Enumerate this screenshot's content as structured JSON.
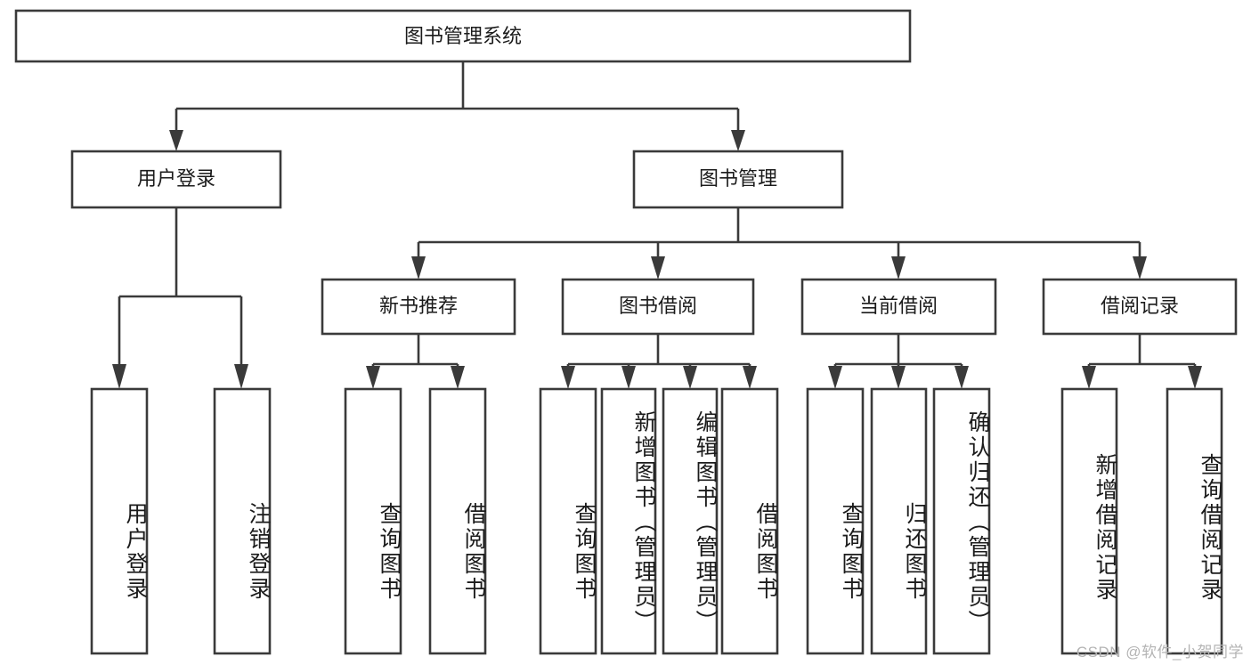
{
  "diagram": {
    "title": "图书管理系统",
    "type": "tree-hierarchy",
    "watermark": "CSDN @软件_小贺同学",
    "colors": {
      "stroke": "#3a3a3a",
      "fill": "#ffffff",
      "text": "#1b1b1b",
      "watermark": "#b4b4b4"
    },
    "levels": {
      "root": {
        "label": "图书管理系统"
      },
      "level2": [
        {
          "label": "用户登录"
        },
        {
          "label": "图书管理"
        }
      ],
      "level3": [
        {
          "label": "新书推荐"
        },
        {
          "label": "图书借阅"
        },
        {
          "label": "当前借阅"
        },
        {
          "label": "借阅记录"
        }
      ],
      "leaves": {
        "user_login": [
          {
            "label": "用户登录"
          },
          {
            "label": "注销登录"
          }
        ],
        "new_book_recommend": [
          {
            "label": "查询图书"
          },
          {
            "label": "借阅图书"
          }
        ],
        "book_borrow": [
          {
            "label": "查询图书"
          },
          {
            "label": "新增图书（管理员）"
          },
          {
            "label": "编辑图书（管理员）"
          },
          {
            "label": "借阅图书"
          }
        ],
        "current_borrow": [
          {
            "label": "查询图书"
          },
          {
            "label": "归还图书"
          },
          {
            "label": "确认归还（管理员）"
          }
        ],
        "borrow_record": [
          {
            "label": "新增借阅记录"
          },
          {
            "label": "查询借阅记录"
          }
        ]
      }
    }
  }
}
